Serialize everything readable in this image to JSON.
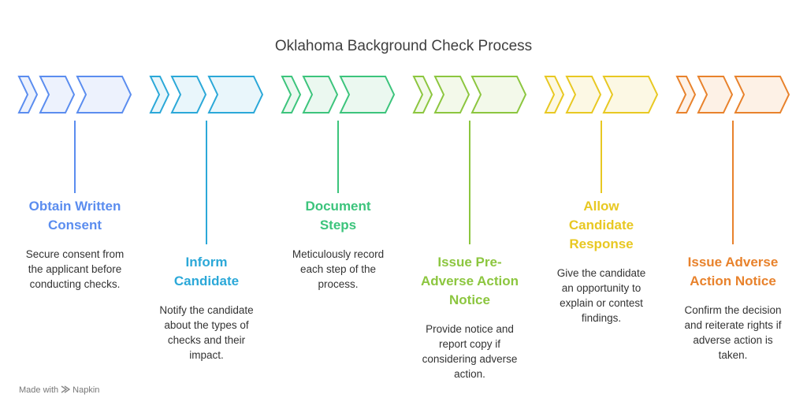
{
  "title": "Oklahoma Background Check Process",
  "steps": [
    {
      "heading": "Obtain Written Consent",
      "heading_lines": [
        "Obtain Written",
        "Consent"
      ],
      "description_lines": [
        "Secure consent from",
        "the applicant before",
        "conducting checks."
      ],
      "color": "#5b8def",
      "fill": "#edf2fd",
      "text_position": "top"
    },
    {
      "heading": "Inform Candidate",
      "heading_lines": [
        "Inform",
        "Candidate"
      ],
      "description_lines": [
        "Notify the candidate",
        "about the types of",
        "checks and their",
        "impact."
      ],
      "color": "#2ba8d8",
      "fill": "#e9f6fb",
      "text_position": "bottom"
    },
    {
      "heading": "Document Steps",
      "heading_lines": [
        "Document",
        "Steps"
      ],
      "description_lines": [
        "Meticulously record",
        "each step of the",
        "process."
      ],
      "color": "#3cc47c",
      "fill": "#ebf8f0",
      "text_position": "top"
    },
    {
      "heading": "Issue Pre-Adverse Action Notice",
      "heading_lines": [
        "Issue Pre-",
        "Adverse Action",
        "Notice"
      ],
      "description_lines": [
        "Provide notice and",
        "report copy if",
        "considering adverse",
        "action."
      ],
      "color": "#8cc63f",
      "fill": "#f3f9ea",
      "text_position": "bottom"
    },
    {
      "heading": "Allow Candidate Response",
      "heading_lines": [
        "Allow",
        "Candidate",
        "Response"
      ],
      "description_lines": [
        "Give the candidate",
        "an opportunity to",
        "explain or contest",
        "findings."
      ],
      "color": "#e8c822",
      "fill": "#fcf8e4",
      "text_position": "top"
    },
    {
      "heading": "Issue Adverse Action Notice",
      "heading_lines": [
        "Issue Adverse",
        "Action Notice"
      ],
      "description_lines": [
        "Confirm the decision",
        "and reiterate rights if",
        "adverse action is",
        "taken."
      ],
      "color": "#e8822c",
      "fill": "#fdf1e6",
      "text_position": "bottom"
    }
  ],
  "footer": {
    "prefix": "Made with",
    "brand": "Napkin"
  }
}
